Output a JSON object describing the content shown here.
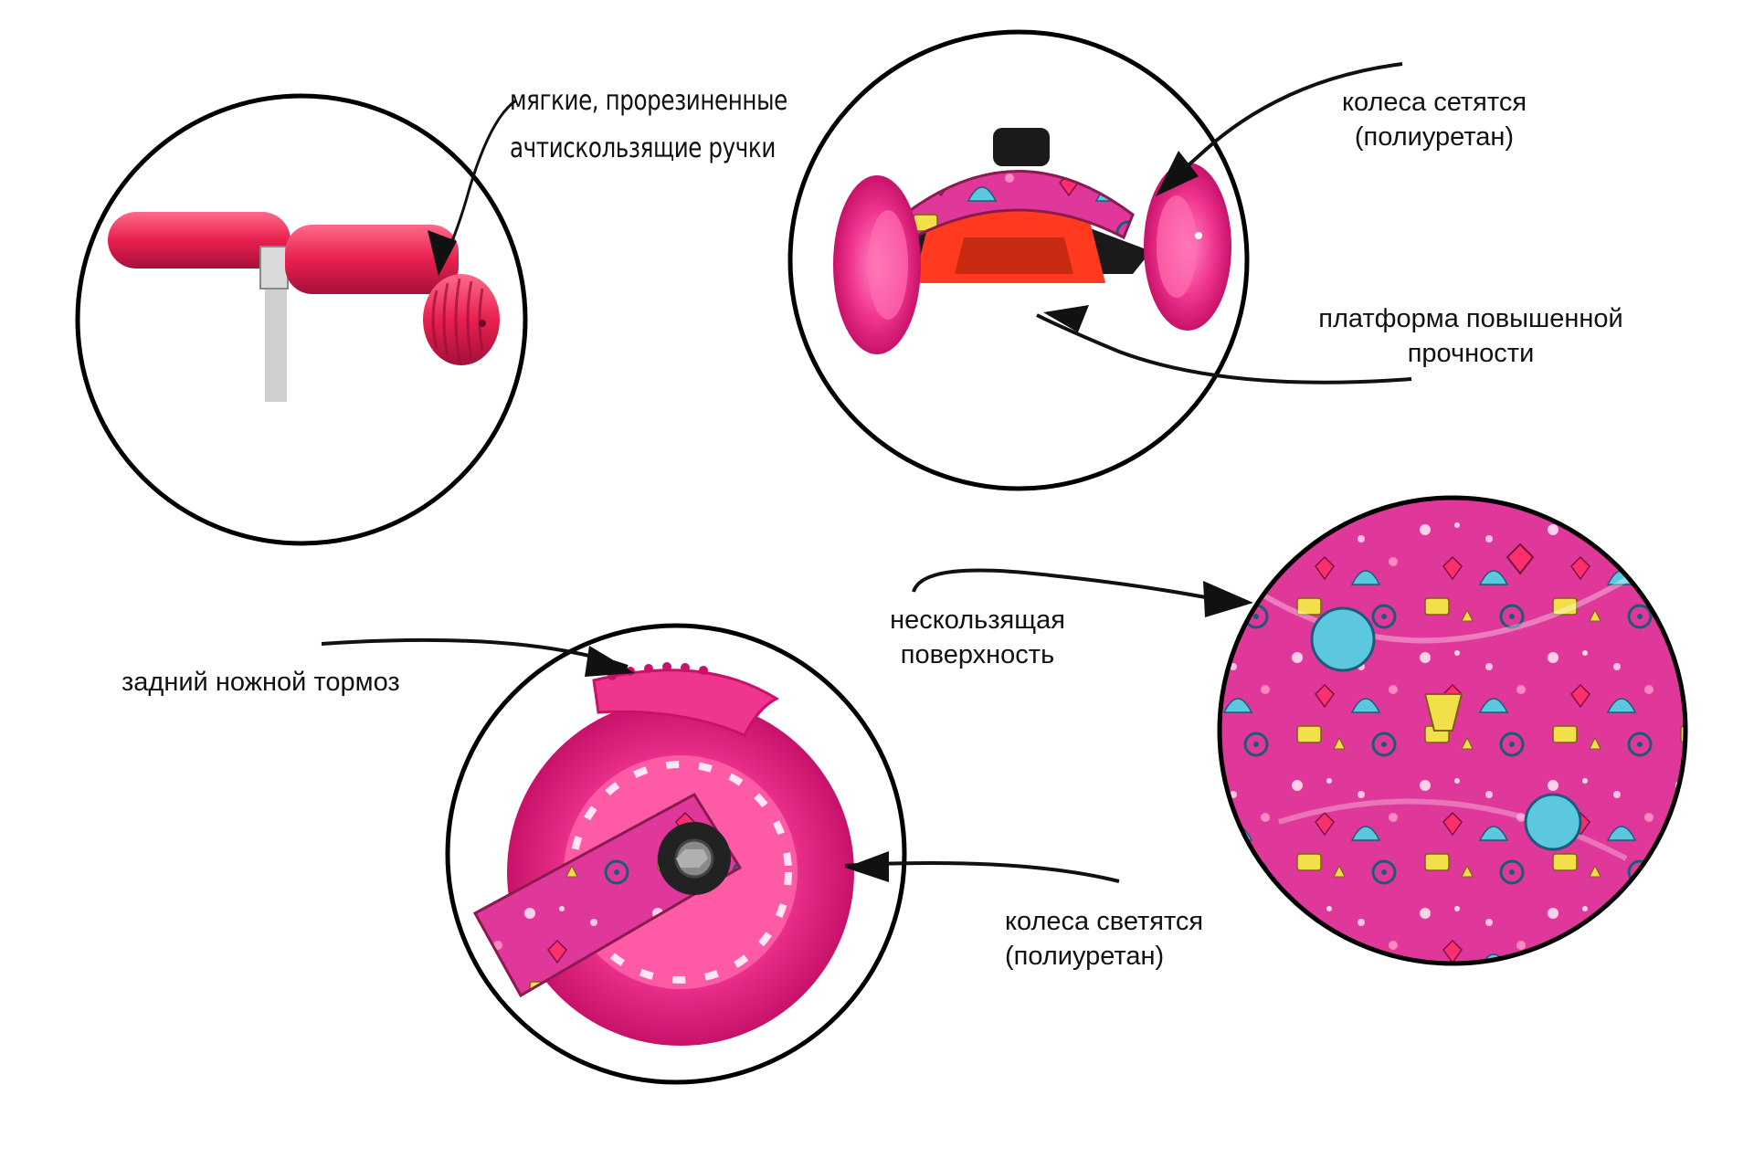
{
  "colors": {
    "background": "#ffffff",
    "ring": "#000000",
    "text": "#111111",
    "pink_primary": "#f0358f",
    "pink_dark": "#c8126a",
    "pink_light": "#ff7ab8",
    "red_grip": "#e8204f",
    "platform_red": "#ff3a1f",
    "deck_print": "#e0389a",
    "print_blue": "#5bc8e0",
    "print_yellow": "#f3df4a"
  },
  "callouts": {
    "grips": {
      "line1": "мягкие, прорезиненные",
      "line2": "ачтискользящие ручки"
    },
    "wheels_top": {
      "line1": "колеса сетятся",
      "line2": "(полиуретан)"
    },
    "platform": {
      "line1": "платформа повышенной",
      "line2": "прочности"
    },
    "surface": {
      "line1": "нескользящая",
      "line2": "поверхность"
    },
    "brake": {
      "line1": "задний ножной тормоз"
    },
    "wheels_bottom": {
      "line1": "колеса светятся",
      "line2": "(полиуретан)"
    }
  },
  "icons": {
    "arrow": "curved-pointer-arrow",
    "ring": "detail-magnifier-circle"
  }
}
